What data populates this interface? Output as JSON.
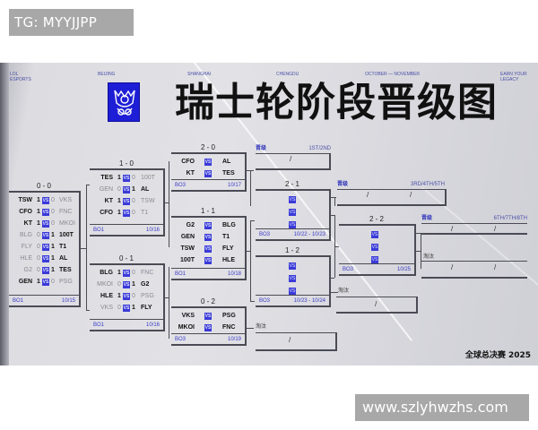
{
  "watermark_top": "TG: MYYJJPP",
  "watermark_bottom": "www.szlyhwzhs.com",
  "header": {
    "items": [
      "LOL\nESPORTS",
      "BEIJING",
      "SHANGHAI",
      "CHENGDU",
      "OCTOBER — NOVEMBER",
      "EARN YOUR\nLEGACY"
    ],
    "labels": {
      "lol": "LOL",
      "esports": "ESPORTS",
      "beijing": "BEIJING",
      "shanghai": "SHANGHAI",
      "chengdu": "CHENGDU",
      "dates": "OCTOBER — NOVEMBER",
      "earn": "EARN YOUR",
      "legacy": "LEGACY"
    },
    "logo_color": "#1e1ed6",
    "title": "瑞士轮阶段晋级图"
  },
  "rounds": {
    "r00": {
      "record": "0 - 0",
      "format": "BO1",
      "date": "10/15",
      "matches": [
        {
          "team1": "TSW",
          "score1": "1",
          "score2": "0",
          "team2": "VKS",
          "winner": 1
        },
        {
          "team1": "CFO",
          "score1": "1",
          "score2": "0",
          "team2": "FNC",
          "winner": 1
        },
        {
          "team1": "KT",
          "score1": "1",
          "score2": "0",
          "team2": "MKOI",
          "winner": 1
        },
        {
          "team1": "BLG",
          "score1": "0",
          "score2": "1",
          "team2": "100T",
          "winner": 2
        },
        {
          "team1": "FLY",
          "score1": "0",
          "score2": "1",
          "team2": "T1",
          "winner": 2
        },
        {
          "team1": "HLE",
          "score1": "0",
          "score2": "1",
          "team2": "AL",
          "winner": 2
        },
        {
          "team1": "G2",
          "score1": "0",
          "score2": "1",
          "team2": "TES",
          "winner": 2
        },
        {
          "team1": "GEN",
          "score1": "1",
          "score2": "0",
          "team2": "PSG",
          "winner": 1
        }
      ]
    },
    "r10": {
      "record": "1 - 0",
      "format": "BO1",
      "date": "10/16",
      "matches": [
        {
          "team1": "TES",
          "score1": "1",
          "score2": "0",
          "team2": "100T",
          "winner": 1
        },
        {
          "team1": "GEN",
          "score1": "0",
          "score2": "1",
          "team2": "AL",
          "winner": 2
        },
        {
          "team1": "KT",
          "score1": "1",
          "score2": "0",
          "team2": "TSW",
          "winner": 1
        },
        {
          "team1": "CFO",
          "score1": "1",
          "score2": "0",
          "team2": "T1",
          "winner": 1
        }
      ]
    },
    "r01": {
      "record": "0 - 1",
      "format": "BO1",
      "date": "10/16",
      "matches": [
        {
          "team1": "BLG",
          "score1": "1",
          "score2": "0",
          "team2": "FNC",
          "winner": 1
        },
        {
          "team1": "MKOI",
          "score1": "0",
          "score2": "1",
          "team2": "G2",
          "winner": 2
        },
        {
          "team1": "HLE",
          "score1": "1",
          "score2": "0",
          "team2": "PSG",
          "winner": 1
        },
        {
          "team1": "VKS",
          "score1": "0",
          "score2": "1",
          "team2": "FLY",
          "winner": 2
        }
      ]
    },
    "r20": {
      "record": "2 - 0",
      "format": "BO3",
      "date": "10/17",
      "matches": [
        {
          "team1": "CFO",
          "team2": "AL"
        },
        {
          "team1": "KT",
          "team2": "TES"
        }
      ]
    },
    "r11": {
      "record": "1 - 1",
      "format": "BO1",
      "date": "10/18",
      "matches": [
        {
          "team1": "G2",
          "team2": "BLG"
        },
        {
          "team1": "GEN",
          "team2": "T1"
        },
        {
          "team1": "TSW",
          "team2": "FLY"
        },
        {
          "team1": "100T",
          "team2": "HLE"
        }
      ]
    },
    "r02": {
      "record": "0 - 2",
      "format": "BO3",
      "date": "10/19",
      "matches": [
        {
          "team1": "VKS",
          "team2": "PSG"
        },
        {
          "team1": "MKOI",
          "team2": "FNC"
        }
      ]
    },
    "r21": {
      "record": "2 - 1",
      "format": "BO3",
      "date": "10/22 - 10/23",
      "vs_count": 3
    },
    "r12": {
      "record": "1 - 2",
      "format": "BO3",
      "date": "10/23 - 10/24",
      "vs_count": 3
    },
    "r22": {
      "record": "2 - 2",
      "format": "BO3",
      "date": "10/25",
      "vs_count": 3
    }
  },
  "vs_label": "VS",
  "advance": {
    "label": "晋级",
    "first": {
      "place": "1ST/2ND",
      "slots": [
        "/"
      ]
    },
    "third": {
      "place": "3RD/4TH/5TH",
      "slots": [
        "/",
        "/",
        "/"
      ]
    },
    "sixth": {
      "place": "6TH/7TH/8TH",
      "slots": [
        "/",
        "/",
        "/"
      ]
    }
  },
  "eliminated": {
    "label": "淘汰",
    "slot": "/"
  },
  "brand_mark": "全球总决赛 2025"
}
